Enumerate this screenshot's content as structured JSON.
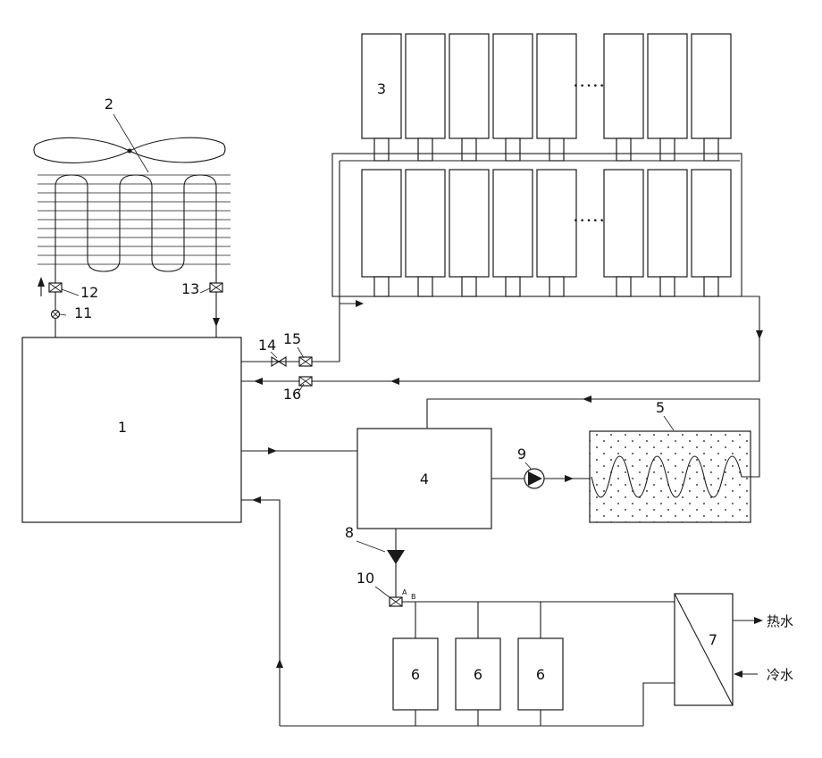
{
  "diagram": {
    "title": "thermal-system-schematic",
    "labels": {
      "unit1": "1",
      "fan2": "2",
      "panels3": "3",
      "tank4": "4",
      "storage5": "5",
      "box6": "6",
      "exchanger7": "7",
      "pump8": "8",
      "pump9": "9",
      "valve10": "10",
      "valve11": "11",
      "valve12": "12",
      "valve13": "13",
      "valve14": "14",
      "valve15": "15",
      "valve16": "16",
      "portA": "A",
      "portB": "B",
      "hotWater": "热水",
      "coldWater": "冷水",
      "dotsUpper": "•••••",
      "dotsLower": "•••••"
    },
    "colors": {
      "line": "#1a1a1a",
      "background": "#ffffff"
    }
  }
}
